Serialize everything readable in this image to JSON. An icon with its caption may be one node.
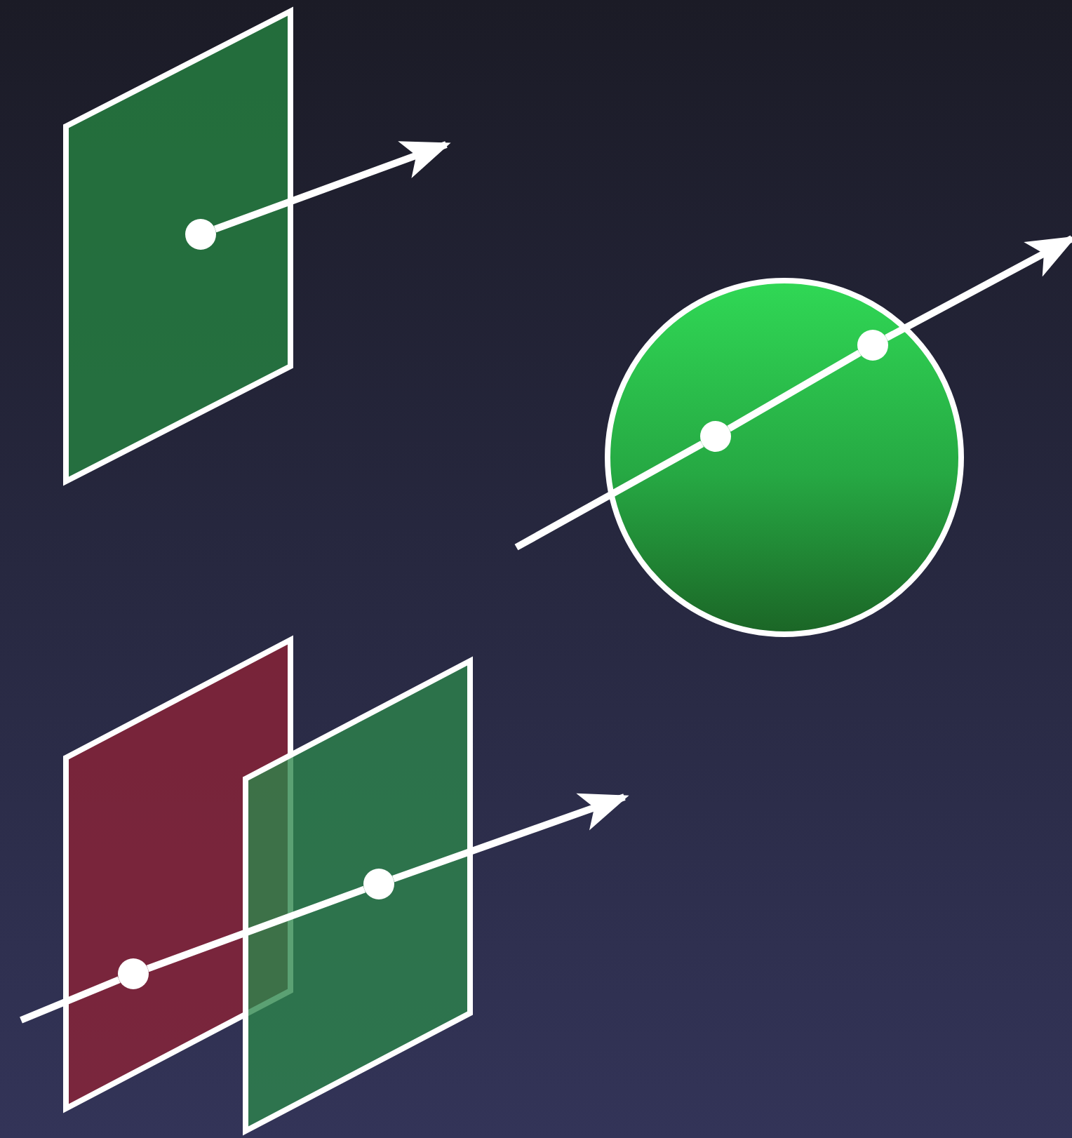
{
  "diagram": {
    "nodes": [
      {
        "text": [],
        "shape": "parallelogram"
      },
      {
        "text": [],
        "shape": "circle",
        "in": 0
      },
      {
        "text": [],
        "shape": "circle"
      },
      {
        "text": [],
        "shape": "circle",
        "in": 2
      },
      {
        "text": [],
        "shape": "circle",
        "in": 2
      },
      {
        "text": [],
        "shape": "parallelogram"
      },
      {
        "text": [],
        "shape": "circle",
        "in": 5
      },
      {
        "text": [],
        "shape": "parallelogram"
      },
      {
        "text": [],
        "shape": "circle",
        "in": 7
      }
    ],
    "edges": [
      {
        "from": 1,
        "to": null,
        "arrow": "to"
      },
      {
        "from": null,
        "to": 3,
        "arrow": "none"
      },
      {
        "from": 3,
        "to": 4,
        "arrow": "none"
      },
      {
        "from": 4,
        "to": null,
        "arrow": "to"
      },
      {
        "from": null,
        "to": 6,
        "arrow": "none"
      },
      {
        "from": 6,
        "to": 8,
        "arrow": "none"
      },
      {
        "from": 8,
        "to": null,
        "arrow": "to"
      }
    ]
  }
}
